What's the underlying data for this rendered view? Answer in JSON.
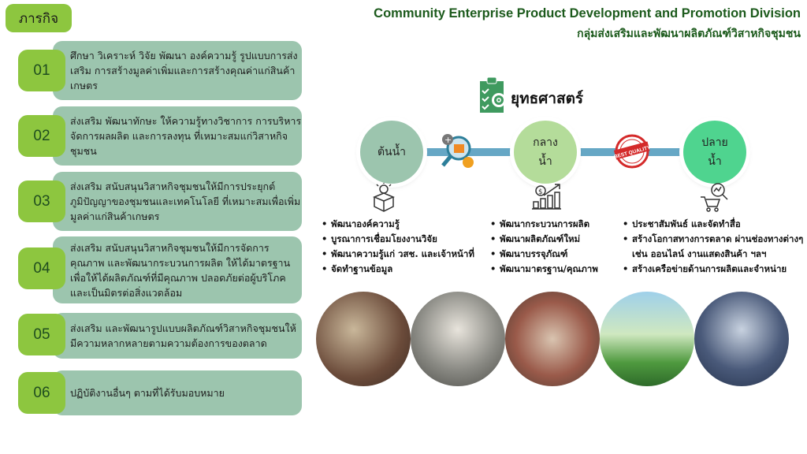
{
  "mission": {
    "title": "ภารกิจ",
    "items": [
      {
        "num": "01",
        "text": "ศึกษา วิเคราะห์ วิจัย พัฒนา องค์ความรู้ รูปแบบการส่งเสริม การสร้างมูลค่าเพิ่มและการสร้างคุณค่าแก่สินค้าเกษตร"
      },
      {
        "num": "02",
        "text": "ส่งเสริม พัฒนาทักษะ ให้ความรู้ทางวิชาการ การบริหารจัดการผลผลิต และการลงทุน ที่เหมาะสมแก่วิสาหกิจชุมชน"
      },
      {
        "num": "03",
        "text": "ส่งเสริม สนับสนุนวิสาหกิจชุมชนให้มีการประยุกต์ภูมิปัญญาของชุมชนและเทคโนโลยี ที่เหมาะสมเพื่อเพิ่มมูลค่าแก่สินค้าเกษตร"
      },
      {
        "num": "04",
        "text": "ส่งเสริม สนับสนุนวิสาหกิจชุมชนให้มีการจัดการคุณภาพ และพัฒนากระบวนการผลิต ให้ได้มาตรฐาน เพื่อให้ได้ผลิตภัณฑ์ที่มีคุณภาพ ปลอดภัยต่อผู้บริโภคและเป็นมิตรต่อสิ่งแวดล้อม"
      },
      {
        "num": "05",
        "text": "ส่งเสริม และพัฒนารูปแบบผลิตภัณฑ์วิสาหกิจชุมชนให้มีความหลากหลายตามความต้องการของตลาด"
      },
      {
        "num": "06",
        "text": "ปฏิบัติงานอื่นๆ ตามที่ได้รับมอบหมาย"
      }
    ]
  },
  "header": {
    "title_en": "Community Enterprise Product Development and Promotion Division",
    "title_th": "กลุ่มส่งเสริมและพัฒนาผลิตภัณฑ์วิสาหกิจชุมชน"
  },
  "strategy": {
    "title": "ยุทธศาสตร์",
    "badge_text": "BEST QUALITY",
    "stages": [
      {
        "label": "ต้นน้ำ",
        "color": "#9cc5ae",
        "bullets": [
          "พัฒนาองค์ความรู้",
          "บูรณาการเชื่อมโยงงานวิจัย",
          "พัฒนาความรู้แก่ วสช. และเจ้าหน้าที่",
          "จัดทำฐานข้อมูล"
        ]
      },
      {
        "label": "กลาง\nน้ำ",
        "color": "#b4dc9a",
        "bullets": [
          "พัฒนากระบวนการผลิต",
          "พัฒนาผลิตภัณฑ์ใหม่",
          "พัฒนาบรรจุภัณฑ์",
          "พัฒนามาตรฐาน/คุณภาพ"
        ]
      },
      {
        "label": "ปลาย\nน้ำ",
        "color": "#4fd48f",
        "bullets": [
          "ประชาสัมพันธ์ และจัดทำสื่อ",
          "สร้างโอกาสทางการตลาด ผ่านช่องทางต่างๆ เช่น ออนไลน์ งานแสดงสินค้า ฯลฯ",
          "สร้างเครือข่ายด้านการผลิตและจำหน่าย"
        ]
      }
    ]
  }
}
